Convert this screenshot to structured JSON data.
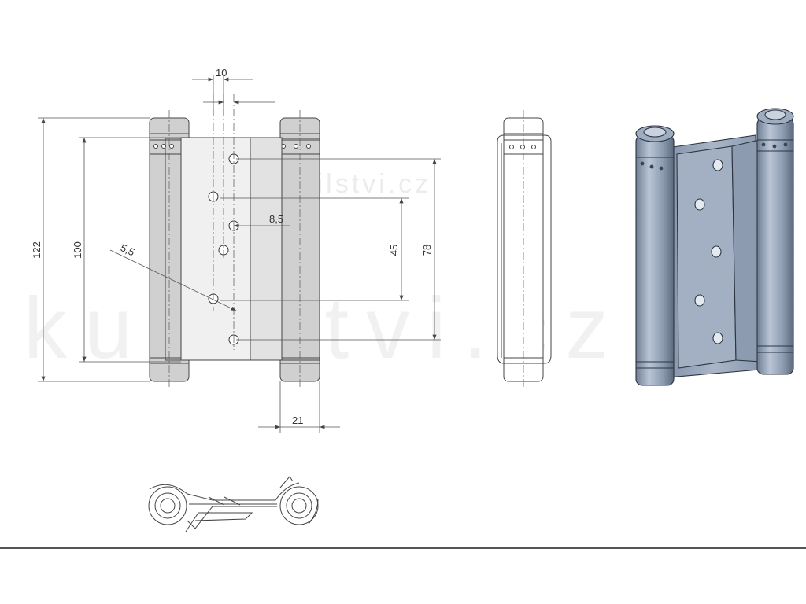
{
  "watermark": {
    "large_text": "kutilstvi.cz",
    "small_text": "www.kutilstvi.cz"
  },
  "dimensions": {
    "pin_offset": "10",
    "height_total": "122",
    "height_leaf": "100",
    "hole_diameter": "5,5",
    "hole_inset": "8,5",
    "hole_spacing": "45",
    "hole_span": "78",
    "barrel_width": "21"
  },
  "colors": {
    "line": "#444444",
    "dim_line": "#555555",
    "leaf_fill": "#e6e6e6",
    "barrel_fill": "#c9c9c9",
    "steel_light": "#b7c3d3",
    "steel_mid": "#8c9bb0",
    "steel_dark": "#5f6e84",
    "footer_rule": "#555555"
  },
  "icons": {
    "front_view": "hinge-front-view-drawing",
    "side_view": "hinge-side-view-drawing",
    "top_view": "hinge-top-profile-drawing",
    "render": "hinge-3d-render"
  }
}
